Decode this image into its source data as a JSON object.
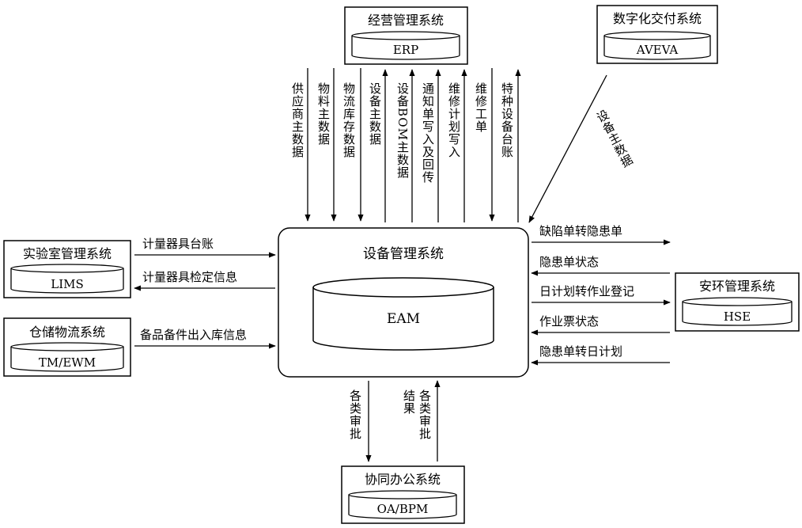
{
  "colors": {
    "ink": "#000000",
    "background": "#ffffff"
  },
  "center": {
    "title": "设备管理系统",
    "db_label": "EAM"
  },
  "systems": {
    "erp": {
      "title": "经营管理系统",
      "db": "ERP"
    },
    "aveva": {
      "title": "数字化交付系统",
      "db": "AVEVA"
    },
    "lims": {
      "title": "实验室管理系统",
      "db": "LIMS"
    },
    "tm": {
      "title": "仓储物流系统",
      "db": "TM/EWM"
    },
    "hse": {
      "title": "安环管理系统",
      "db": "HSE"
    },
    "oa": {
      "title": "协同办公系统",
      "db": "OA/BPM"
    }
  },
  "flows": {
    "erp": [
      "供应商主数据",
      "物料主数据",
      "物流库存数据",
      "设备主数据",
      "设备BOM主数据",
      "通知单写入及回传",
      "维修计划写入",
      "维修工单",
      "特种设备台账"
    ],
    "aveva": "设备主数据",
    "lims": [
      "计量器具台账",
      "计量器具检定信息"
    ],
    "tm": "备品备件出入库信息",
    "hse": [
      "缺陷单转隐患单",
      "隐患单状态",
      "日计划转作业登记",
      "作业票状态",
      "隐患单转日计划"
    ],
    "oa": [
      "各类审批",
      "结果各类审批"
    ]
  }
}
